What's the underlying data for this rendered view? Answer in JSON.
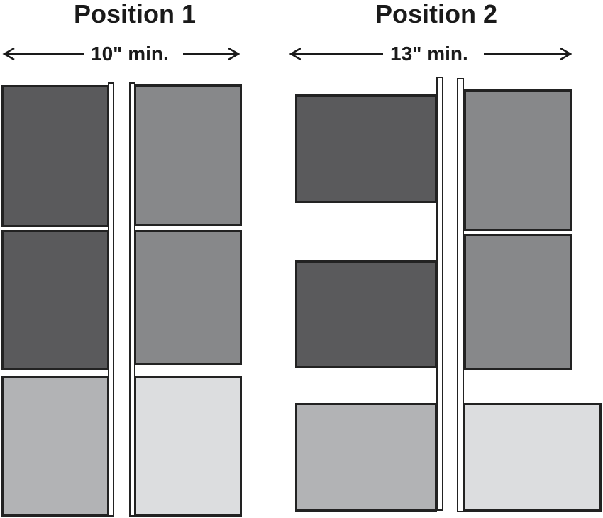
{
  "positions": [
    {
      "title": "Position 1",
      "dimension": "10\" min."
    },
    {
      "title": "Position 2",
      "dimension": "13\" min."
    }
  ],
  "colors": {
    "dark": "#5a5a5c",
    "medium": "#87888a",
    "light": "#b2b3b5",
    "lightest": "#dcdddf",
    "outline": "#222222"
  }
}
